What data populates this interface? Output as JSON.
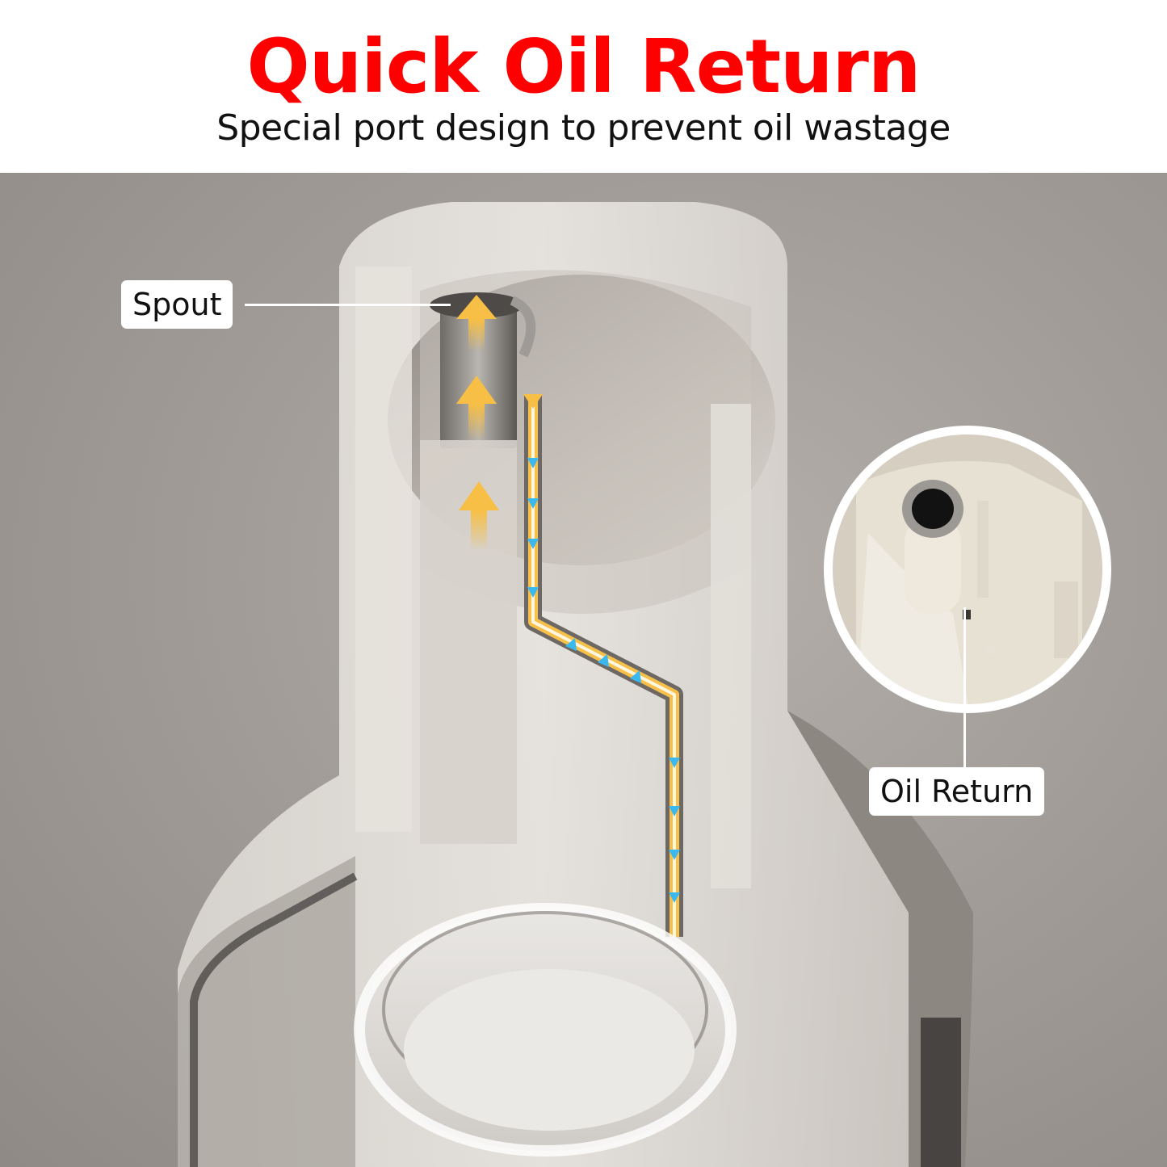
{
  "header": {
    "title": "Quick Oil Return",
    "subtitle": "Special port design to prevent oil wastage",
    "title_color": "#ff0000"
  },
  "illustration": {
    "subject": "oil dispenser spout cutaway",
    "flow_up_color": "#f7c04a",
    "flow_return_color": "#3ab8f0"
  },
  "callouts": [
    {
      "label": "Spout"
    },
    {
      "label": "Oil Return"
    }
  ],
  "inset": {
    "subject": "close-up of spout base with oil return hole"
  }
}
